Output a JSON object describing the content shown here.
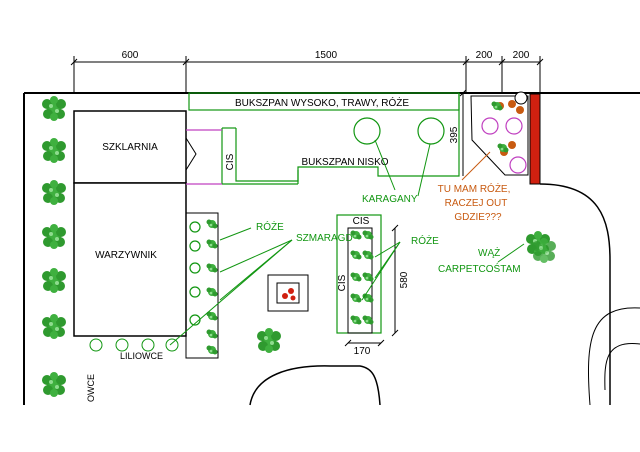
{
  "dimensions": {
    "top": [
      "600",
      "1500",
      "200",
      "200"
    ],
    "right": "395",
    "bed_height": "580",
    "bed_width": "170"
  },
  "labels": {
    "greenhouse": "SZKLARNIA",
    "vegetable_garden": "WARZYWNIK",
    "top_hedge": "BUKSZPAN WYSOKO, TRAWY, RÓŻE",
    "low_hedge": "BUKSZPAN NISKO",
    "cis_left": "CIS",
    "cis_bed_top": "CIS",
    "cis_bed_side": "CIS",
    "karagany": "KARAGANY",
    "roses_left": "RÓŻE",
    "roses_right": "RÓŻE",
    "smaragd": "SZMARAGD",
    "liliowce": "LILIOWCE",
    "liliowce_side": "OWCE",
    "snake": "WĄŻ",
    "carpet": "CARPETCOŚTAM"
  },
  "notes": {
    "line1": "TU MAM RÓŻE,",
    "line2": "RACZEJ OUT",
    "line3": "GDZIE???"
  },
  "colors": {
    "annotation_green": "#119611",
    "note_orange": "#c85a10",
    "violet": "#c040c0",
    "fence_red": "#d02010",
    "shrub": "#2aa02a"
  },
  "icons": [
    "shrub-icon",
    "rose-icon",
    "fountain-icon"
  ]
}
